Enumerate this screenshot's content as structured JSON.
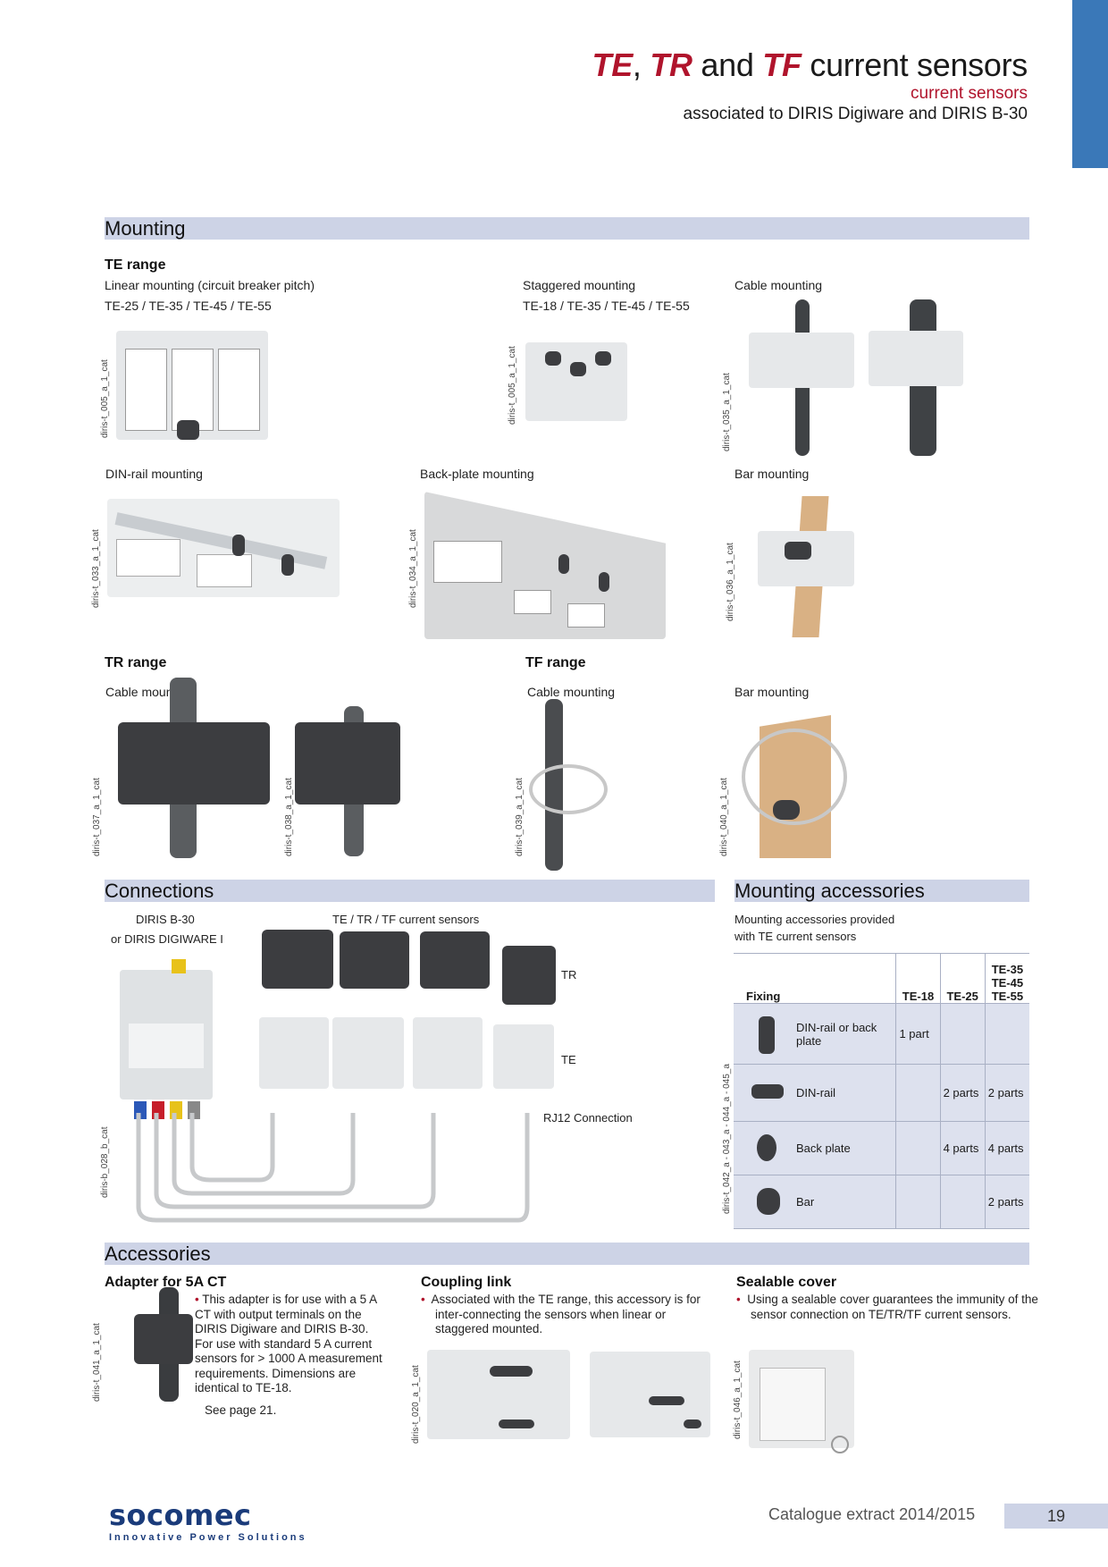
{
  "header": {
    "title_parts": [
      "TE",
      ", ",
      "TR",
      " and ",
      "TF",
      " current sensors"
    ],
    "subtitle": "current sensors",
    "subtitle2": "associated to DIRIS Digiware and DIRIS B-30"
  },
  "mounting": {
    "heading": "Mounting",
    "te_range": "TE range",
    "linear_label": "Linear mounting (circuit breaker pitch)",
    "linear_models": "TE-25 / TE-35 / TE-45 / TE-55",
    "staggered_label": "Staggered mounting",
    "staggered_models": "TE-18 / TE-35 / TE-45 / TE-55",
    "cable_label": "Cable mounting",
    "din_label": "DIN-rail mounting",
    "backplate_label": "Back-plate mounting",
    "bar_label": "Bar mounting",
    "tr_range": "TR range",
    "tr_cable_label": "Cable mounting",
    "tf_range": "TF range",
    "tf_cable_label": "Cable mounting",
    "tf_bar_label": "Bar mounting",
    "codes": {
      "c1": "diris-t_005_a_1_cat",
      "c2": "diris-t_005_a_1_cat",
      "c3": "diris-t_035_a_1_cat",
      "c4": "diris-t_033_a_1_cat",
      "c5": "diris-t_034_a_1_cat",
      "c6": "diris-t_036_a_1_cat",
      "c7": "diris-t_037_a_1_cat",
      "c8": "diris-t_038_a_1_cat",
      "c9": "diris-t_039_a_1_cat",
      "c10": "diris-t_040_a_1_cat"
    }
  },
  "connections": {
    "heading": "Connections",
    "device_line1": "DIRIS B-30",
    "device_line2": "or DIRIS DIGIWARE I",
    "sensors_label": "TE / TR / TF current sensors",
    "tr": "TR",
    "te": "TE",
    "rj12": "RJ12 Connection",
    "code": "diris-b_028_b_cat"
  },
  "mounting_accessories": {
    "heading": "Mounting accessories",
    "intro_line1": "Mounting accessories provided",
    "intro_line2": "with TE current sensors",
    "col_fixing": "Fixing",
    "col_te18": "TE-18",
    "col_te25": "TE-25",
    "col_te35": "TE-35",
    "col_te45": "TE-45",
    "col_te55": "TE-55",
    "rows": [
      {
        "name": "DIN-rail or back plate",
        "te18": "1 part",
        "te25": "",
        "te35": ""
      },
      {
        "name": "DIN-rail",
        "te18": "",
        "te25": "2 parts",
        "te35": "2 parts"
      },
      {
        "name": "Back plate",
        "te18": "",
        "te25": "4 parts",
        "te35": "4 parts"
      },
      {
        "name": "Bar",
        "te18": "",
        "te25": "",
        "te35": "2 parts"
      }
    ],
    "code": "diris-t_042_a - 043_a - 044_a - 045_a"
  },
  "accessories": {
    "heading": "Accessories",
    "adapter_title": "Adapter for 5A CT",
    "adapter_text": "This adapter is for use with a 5 A CT with output terminals on the DIRIS Digiware and DIRIS B-30. For use with standard 5 A current sensors for > 1000 A measurement requirements. Dimensions are identical to TE-18.",
    "adapter_see": "See page 21.",
    "adapter_code": "diris-t_041_a_1_cat",
    "coupling_title": "Coupling link",
    "coupling_text": "Associated with the TE range, this accessory is for inter-connecting the sensors when linear or staggered mounted.",
    "coupling_code": "diris-t_020_a_1_cat",
    "sealable_title": "Sealable cover",
    "sealable_text": "Using a sealable cover guarantees the immunity of the sensor connection on TE/TR/TF current sensors.",
    "sealable_code": "diris-t_046_a_1_cat"
  },
  "footer": {
    "logo": "socomec",
    "tagline": "Innovative Power Solutions",
    "catalogue": "Catalogue extract 2014/2015",
    "page": "19"
  },
  "colors": {
    "accent_red": "#b0142c",
    "tab_blue": "#3a78b8",
    "section_bg": "#cdd3e6",
    "logo_blue": "#1a3b7a"
  }
}
